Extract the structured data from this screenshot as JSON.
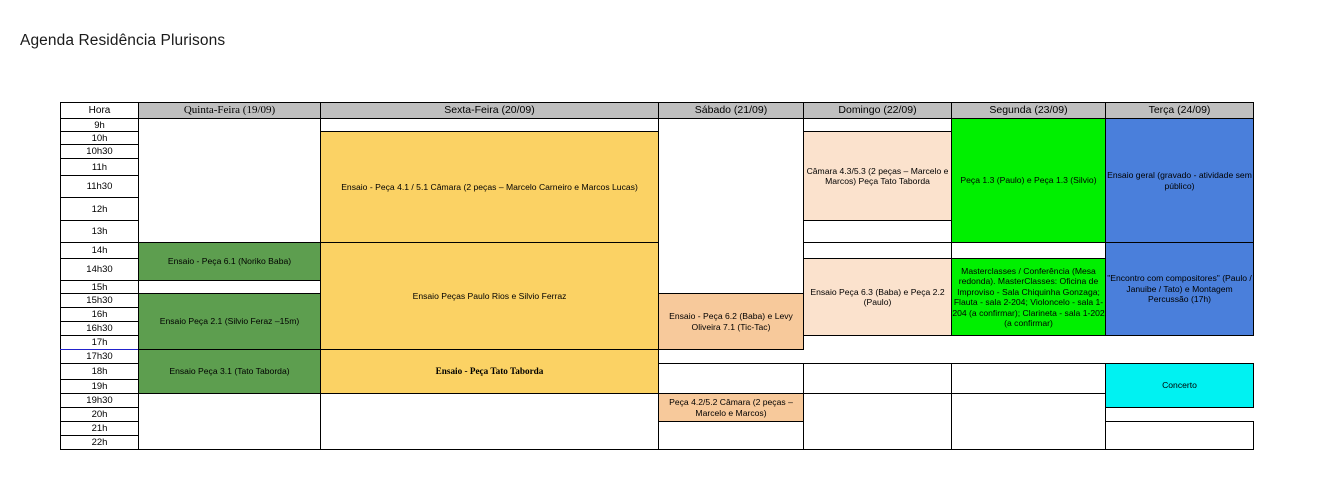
{
  "page": {
    "title": "Agenda Residência Plurisons"
  },
  "table": {
    "columns": [
      {
        "key": "hora",
        "label": "Hora",
        "style": "plain"
      },
      {
        "key": "quinta",
        "label": "Quinta-Feira (19/09)",
        "style": "serif"
      },
      {
        "key": "sexta",
        "label": "Sexta-Feira (20/09)",
        "style": "sans"
      },
      {
        "key": "sabado",
        "label": "Sábado (21/09)",
        "style": "sans"
      },
      {
        "key": "domingo",
        "label": "Domingo (22/09)",
        "style": "sans"
      },
      {
        "key": "segunda",
        "label": "Segunda (23/09)",
        "style": "sans"
      },
      {
        "key": "terca",
        "label": "Terça (24/09)",
        "style": "sans"
      }
    ],
    "hours": [
      "9h",
      "10h",
      "10h30",
      "11h",
      "11h30",
      "12h",
      "13h",
      "14h",
      "14h30",
      "15h",
      "15h30",
      "16h",
      "16h30",
      "17h",
      "17h30",
      "18h",
      "19h",
      "19h30",
      "20h",
      "21h",
      "22h"
    ],
    "events": {
      "quinta": [
        {
          "text": "Ensaio - Peça 6.1 (Noriko Baba)",
          "color": "green"
        },
        {
          "text": "Ensaio Peça 2.1 (Silvio Feraz –15m)",
          "color": "green"
        },
        {
          "text": "Ensaio Peça 3.1 (Tato Taborda)",
          "color": "green"
        }
      ],
      "sexta": [
        {
          "text": "Ensaio - Peça 4.1 / 5.1 Câmara (2 peças – Marcelo Carneiro e Marcos Lucas)",
          "color": "yellow"
        },
        {
          "text": "Ensaio Peças Paulo Rios e Silvio Ferraz",
          "color": "yellow"
        },
        {
          "text": "Ensaio - Peça Tato Taborda",
          "color": "yellow"
        }
      ],
      "sabado": [
        {
          "text": "Ensaio - Peça 6.2 (Baba) e Levy Oliveira 7.1 (Tic-Tac)",
          "color": "peach"
        },
        {
          "text": "Peça 4.2/5.2 Câmara (2 peças – Marcelo e Marcos)",
          "color": "peach"
        }
      ],
      "domingo": [
        {
          "text": "Câmara 4.3/5.3 (2 peças – Marcelo e Marcos) Peça Tato Taborda",
          "color": "peach-light"
        },
        {
          "text": "Ensaio Peça 6.3 (Baba) e Peça 2.2 (Paulo)",
          "color": "peach-light"
        }
      ],
      "segunda": [
        {
          "text": "Peça 1.3 (Paulo) e Peça 1.3 (Silvio)",
          "color": "lime"
        },
        {
          "text": "Masterclasses / Conferência (Mesa redonda). MasterClasses: Oficina de Improviso - Sala Chiquinha Gonzaga; Flauta - sala 2-204; Violoncelo - sala 1-204 (a confirmar); Clarineta - sala 1-202 (a confirmar)",
          "color": "lime"
        }
      ],
      "terca": [
        {
          "text": "Ensaio geral (gravado - atividade sem público)",
          "color": "blue"
        },
        {
          "text": "\"Encontro com compositores\" (Paulo / Januibe / Tato) e Montagem Percussão (17h)",
          "color": "blue"
        },
        {
          "text": "Concerto",
          "color": "cyan"
        }
      ]
    }
  },
  "palette": {
    "header_gray": "#bfbfbf",
    "yellow": "#FBD264",
    "green": "#5D9E4F",
    "peach": "#F7C99B",
    "peach_light": "#FBE2CD",
    "lime": "#00F000",
    "blue": "#4A7FDB",
    "cyan": "#00F2F2",
    "border": "#000000"
  }
}
